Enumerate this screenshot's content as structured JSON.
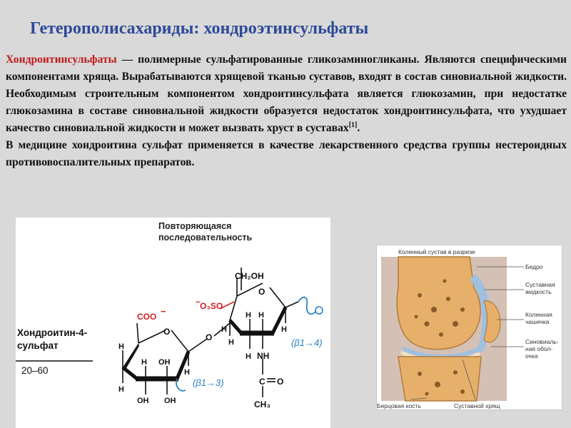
{
  "slide": {
    "title": "Гетерополисахариды: хондроэтинсульфаты"
  },
  "body": {
    "term": "Хондроитинсульфаты",
    "text1": " — полимерные сульфатированные гликозаминогликаны. Являются специфическими компонентами хряща. Вырабатываются хрящевой тканью суставов, входят в состав синовиальной жидкости. Необходимым строительным компонентом хондроитинсульфата является глюкозамин, при недостатке глюкозамина в составе синовиальной жидкости образуется недостаток хондроитинсульфата, что ухудшает качество синовиальной жидкости и может вызвать хруст в суставах",
    "ref": "[1]",
    "text1_end": ".",
    "text2": "В медицине хондроитина сульфат применяется в качестве лекарственного средства группы нестероидных противовоспалительных препаратов."
  },
  "chemistry": {
    "repeat_label_1": "Повторяющаяся",
    "repeat_label_2": "последовательность",
    "compound_1": "Хондроитин-4-",
    "compound_2": "сульфат",
    "range": "20–60",
    "coo": "COO",
    "charge": "−",
    "sulfate": "O₃SO",
    "ch2oh": "CH₂OH",
    "o_ring": "O",
    "h": "H",
    "oh": "OH",
    "nh": "NH",
    "c": "C",
    "o_carbonyl": "O",
    "ch3": "CH₃",
    "o_link": "O",
    "link_b13": "(β1→3)",
    "link_b14": "(β1→4)"
  },
  "knee": {
    "header": "Коленный сустав в разрезе",
    "femur": "Бедро",
    "synovial_fluid_1": "Суставная",
    "synovial_fluid_2": "жидкость",
    "patella_1": "Коленная",
    "patella_2": "чашечка",
    "synovial_membrane_1": "Синовиаль-",
    "synovial_membrane_2": "ная обол-",
    "synovial_membrane_3": "очка",
    "tibia": "Берцовая кость",
    "cartilage": "Суставной хрящ"
  },
  "colors": {
    "title": "#2d4a9a",
    "term": "#c01818",
    "chem_red": "#d42020",
    "chem_blue": "#2a7fc0",
    "knee_bone": "#e7b06a",
    "knee_fluid": "#9fc0e0"
  }
}
